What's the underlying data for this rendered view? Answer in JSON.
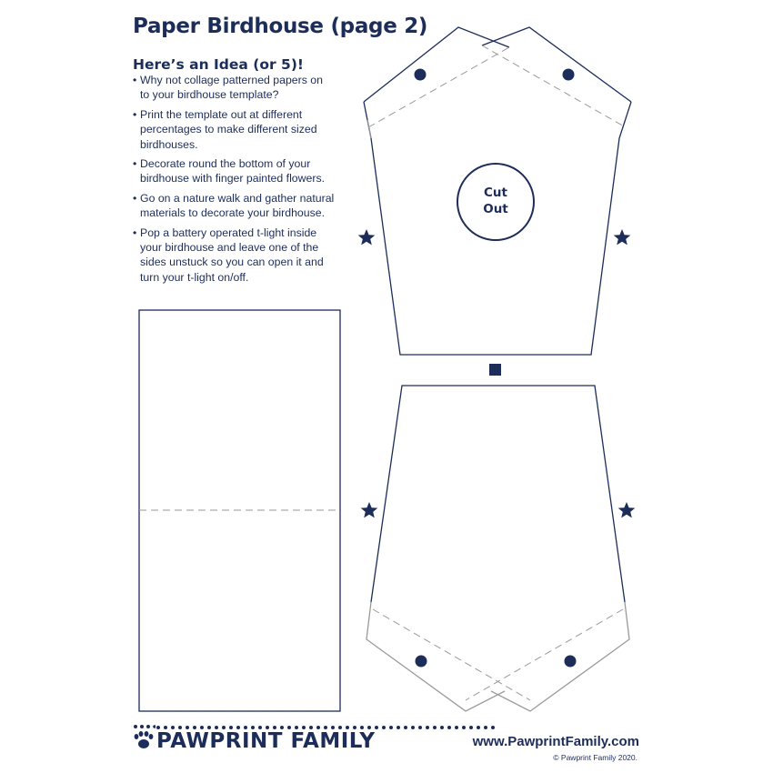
{
  "page": {
    "title": "Paper Birdhouse (page 2)",
    "subtitle": "Here’s an Idea (or 5)!",
    "ideas": [
      {
        "bullet": "•",
        "lines": [
          "Why not collage patterned papers on",
          "to your birdhouse template?"
        ]
      },
      {
        "bullet": "•",
        "lines": [
          "Print the template out at different",
          "percentages to make different sized",
          "birdhouses."
        ]
      },
      {
        "bullet": "•",
        "lines": [
          "Decorate round the bottom of your",
          "birdhouse with finger painted flowers."
        ]
      },
      {
        "bullet": "•",
        "lines": [
          "Go on a nature walk and gather natural",
          "materials to decorate your birdhouse."
        ]
      },
      {
        "bullet": "•",
        "lines": [
          "Pop a battery operated t-light inside",
          "your birdhouse and leave one of the",
          "sides unstuck so you can open it and",
          "turn your t-light on/off."
        ]
      }
    ]
  },
  "template": {
    "cut_out": [
      "Cut",
      "Out"
    ],
    "colors": {
      "ink": "#1d2d5a",
      "outline": "#1d2d5a",
      "fold_line": "#9a9a9a"
    },
    "icons": [
      "star-icon",
      "dot-marker",
      "square-marker"
    ]
  },
  "footer": {
    "logo": "PAWPRINT FAMILY",
    "url": "www.PawprintFamily.com",
    "copyright": "© Pawprint Family 2020."
  }
}
